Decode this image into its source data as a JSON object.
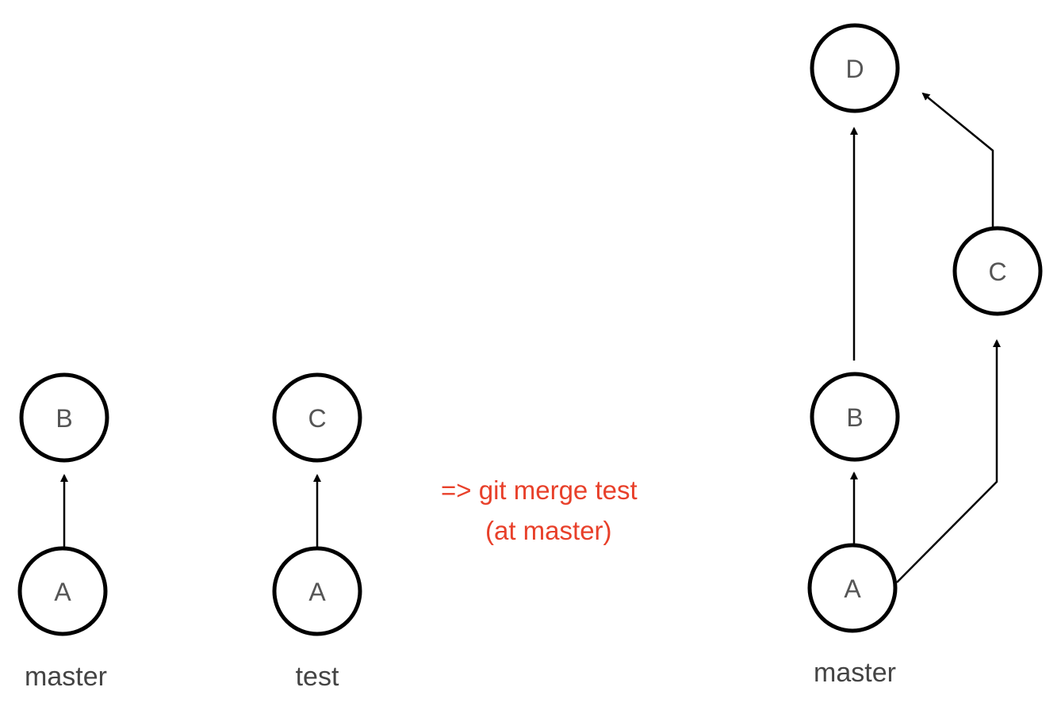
{
  "left_graph": {
    "node_a": "A",
    "node_b": "B",
    "branch": "master"
  },
  "middle_graph": {
    "node_a": "A",
    "node_c": "C",
    "branch": "test"
  },
  "command": {
    "line1": "=> git merge test",
    "line2": "(at master)",
    "color": "#e8402a"
  },
  "right_graph": {
    "node_a": "A",
    "node_b": "B",
    "node_c": "C",
    "node_d": "D",
    "branch": "master"
  }
}
